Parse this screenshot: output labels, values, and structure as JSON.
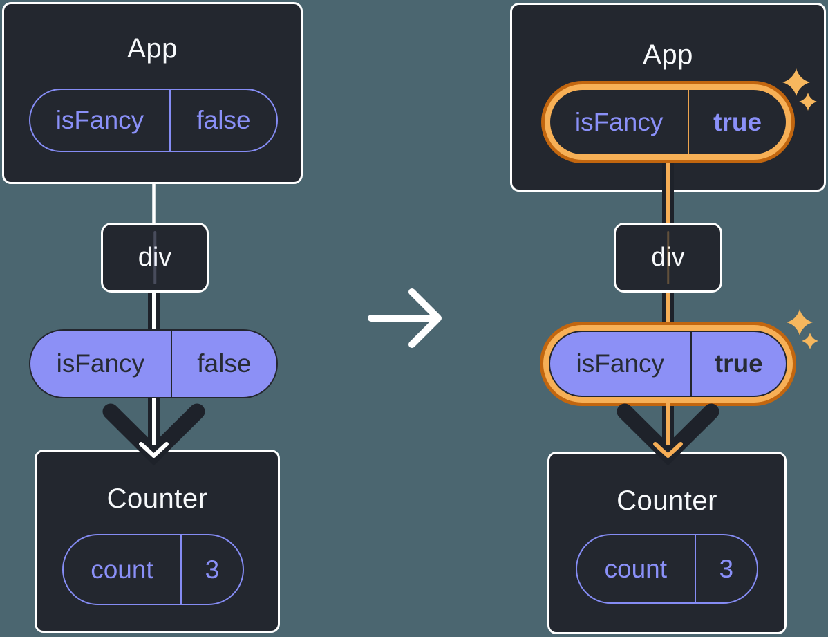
{
  "diagram": {
    "before": {
      "app": {
        "title": "App",
        "prop": {
          "name": "isFancy",
          "value": "false"
        }
      },
      "div_label": "div",
      "passed_prop": {
        "name": "isFancy",
        "value": "false"
      },
      "counter": {
        "title": "Counter",
        "state": {
          "name": "count",
          "value": "3"
        }
      }
    },
    "after": {
      "app": {
        "title": "App",
        "prop": {
          "name": "isFancy",
          "value": "true"
        }
      },
      "div_label": "div",
      "passed_prop": {
        "name": "isFancy",
        "value": "true"
      },
      "counter": {
        "title": "Counter",
        "state": {
          "name": "count",
          "value": "3"
        }
      }
    },
    "icons": {
      "transition": "arrow-right-icon",
      "highlight": "sparkle-icon"
    },
    "colors": {
      "canvas_bg": "#4B6670",
      "box_bg": "#23272F",
      "box_border": "#FFFFFF",
      "accent_purple": "#8A90F8",
      "pill_fill_purple": "#8C90F6",
      "dark_arrow": "#1E222A",
      "flow_line_before": "#FFFFFF",
      "flow_line_after": "#F6AE56",
      "highlight_orange_light": "#F7B056",
      "highlight_orange_dark": "#C2660F",
      "sparkle": "#F6B75E",
      "text_dark": "#272B34",
      "text_white": "#F7F9FB"
    }
  }
}
